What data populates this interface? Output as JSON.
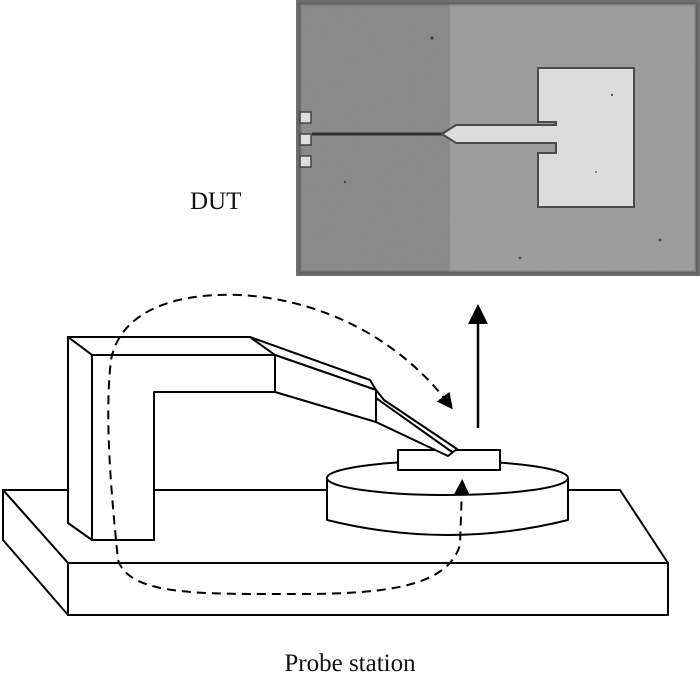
{
  "labels": {
    "dut": "DUT",
    "station": "Probe station"
  },
  "micrograph": {
    "pad_count": 3,
    "colors": {
      "left_region": "#8a8a8a",
      "right_region": "#9f9f9f",
      "frame": "#6f6f6f",
      "metal": "#d8d8d8",
      "line": "#3a3a3a"
    }
  },
  "drawing": {
    "colors": {
      "stroke": "#000000",
      "fill": "#ffffff"
    }
  }
}
